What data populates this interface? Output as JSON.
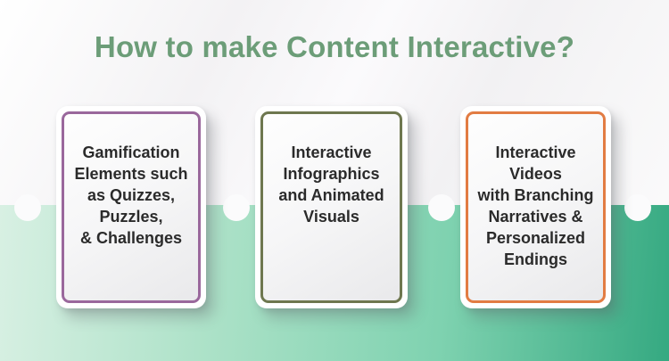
{
  "title": "How to make Content Interactive?",
  "colors": {
    "title_green": "#6c9d78",
    "text_dark": "#2b2b2b",
    "band_stops": [
      "#d8f0e3 0%",
      "#abe1c7 33%",
      "#7fd2b0 66%",
      "#35a981 100%"
    ]
  },
  "cards": [
    {
      "id": "gamification",
      "border_color": "#9a689c",
      "lines": [
        "Gamification",
        "Elements such",
        "as Quizzes,",
        "Puzzles,",
        "& Challenges"
      ]
    },
    {
      "id": "infographics",
      "border_color": "#6e774f",
      "lines": [
        "Interactive",
        "Infographics",
        "and Animated",
        "Visuals"
      ]
    },
    {
      "id": "videos",
      "border_color": "#e27c43",
      "lines": [
        "Interactive",
        "Videos",
        "with Branching",
        "Narratives &",
        "Personalized",
        "Endings"
      ]
    }
  ]
}
